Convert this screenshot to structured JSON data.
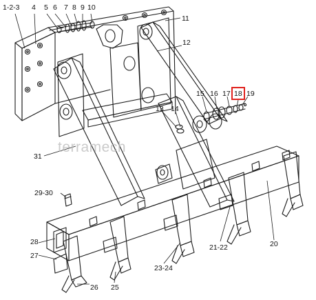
{
  "diagram": {
    "watermark": "terramech",
    "highlight_color": "#e0201b",
    "highlighted_label": "18",
    "callouts": {
      "c1_2_3": "1-2-3",
      "c4": "4",
      "c5": "5",
      "c6": "6",
      "c7": "7",
      "c8": "8",
      "c9": "9",
      "c10": "10",
      "c11": "11",
      "c12": "12",
      "c13": "13",
      "c14": "14",
      "c15": "15",
      "c16": "16",
      "c17": "17",
      "c18": "18",
      "c19": "19",
      "c20": "20",
      "c21_22": "21-22",
      "c23_24": "23-24",
      "c25": "25",
      "c26": "26",
      "c27": "27",
      "c28": "28",
      "c29_30": "29-30",
      "c31": "31"
    }
  }
}
